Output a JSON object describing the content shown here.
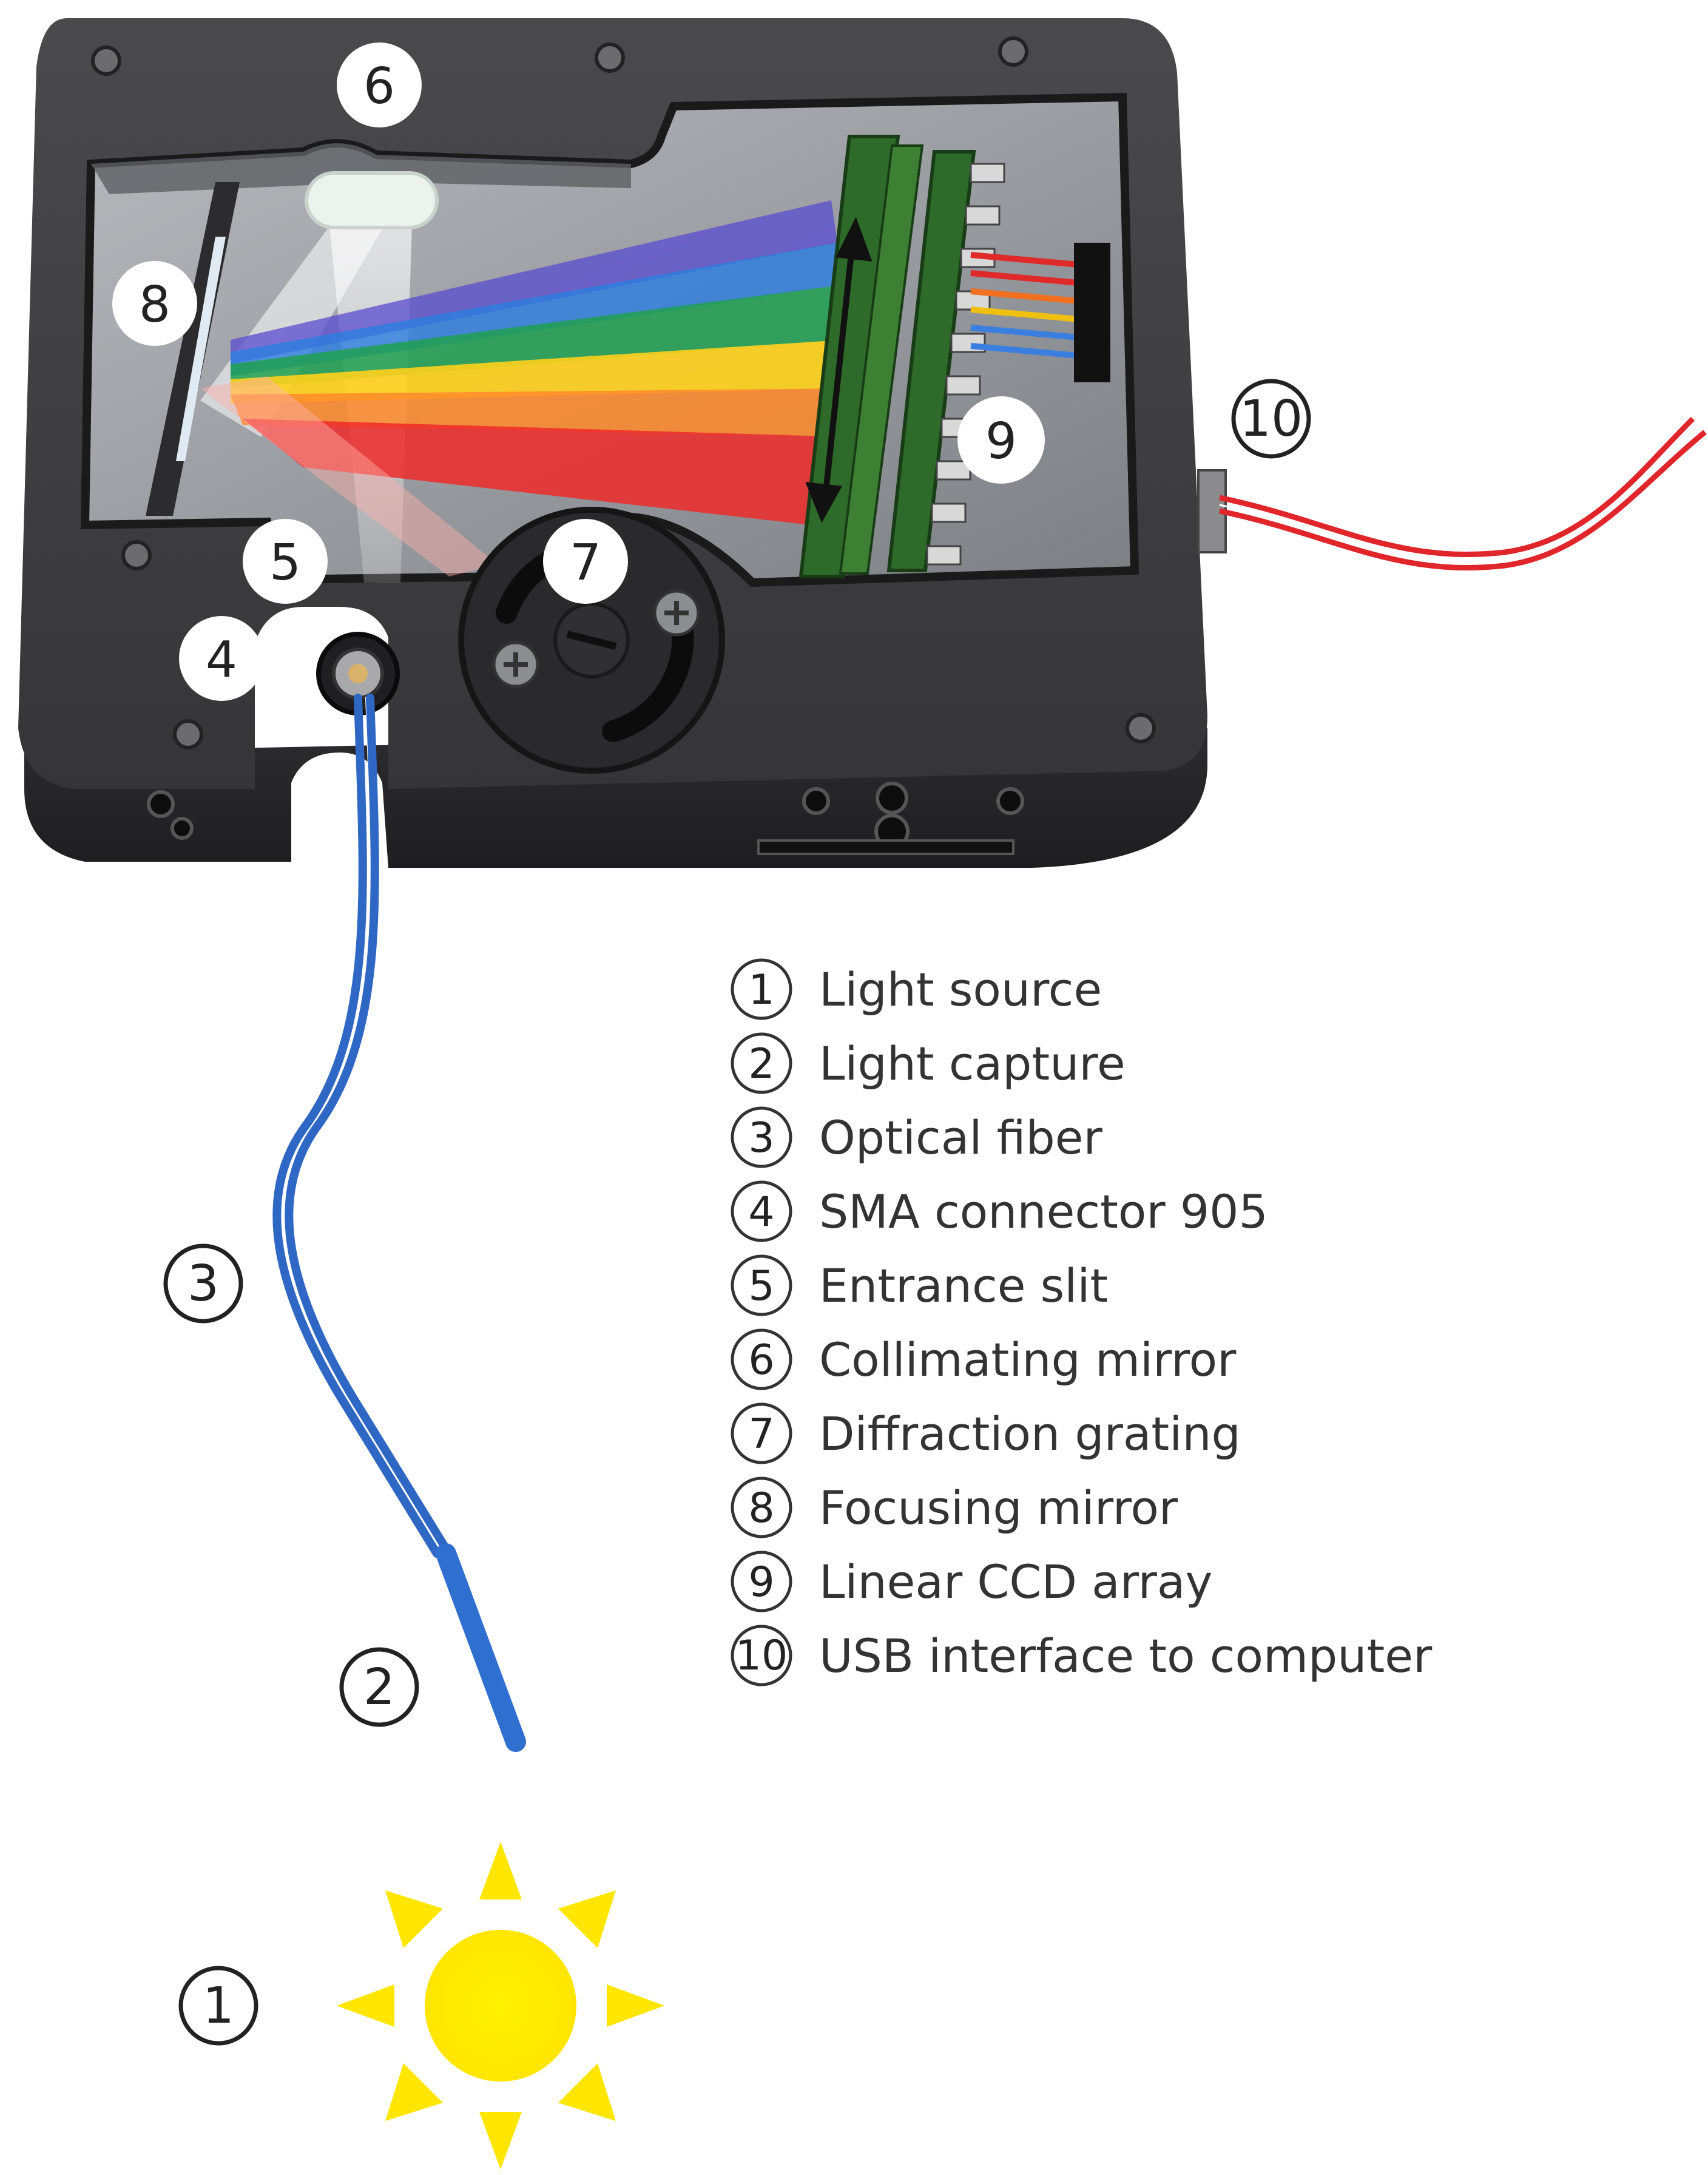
{
  "callouts": {
    "c1": "1",
    "c2": "2",
    "c3": "3",
    "c4": "4",
    "c5": "5",
    "c6": "6",
    "c7": "7",
    "c8": "8",
    "c9": "9",
    "c10": "10"
  },
  "legend": [
    {
      "num": "1",
      "label": "Light source"
    },
    {
      "num": "2",
      "label": "Light capture"
    },
    {
      "num": "3",
      "label": "Optical fiber"
    },
    {
      "num": "4",
      "label": "SMA connector 905"
    },
    {
      "num": "5",
      "label": "Entrance slit"
    },
    {
      "num": "6",
      "label": "Collimating mirror"
    },
    {
      "num": "7",
      "label": "Diffraction grating"
    },
    {
      "num": "8",
      "label": "Focusing mirror"
    },
    {
      "num": "9",
      "label": "Linear CCD array"
    },
    {
      "num": "10",
      "label": "USB interface to computer"
    }
  ],
  "colors": {
    "housing": "#3b3b3d",
    "cavity": "#8f9297",
    "fiber": "#2f67c4",
    "usb_cable": "#e0262a",
    "sun": "#ffec00",
    "ccd_board": "#2e6b2a"
  },
  "icons": [
    "sun-icon",
    "spectrometer-housing",
    "optical-fiber",
    "usb-cable",
    "ccd-array"
  ]
}
